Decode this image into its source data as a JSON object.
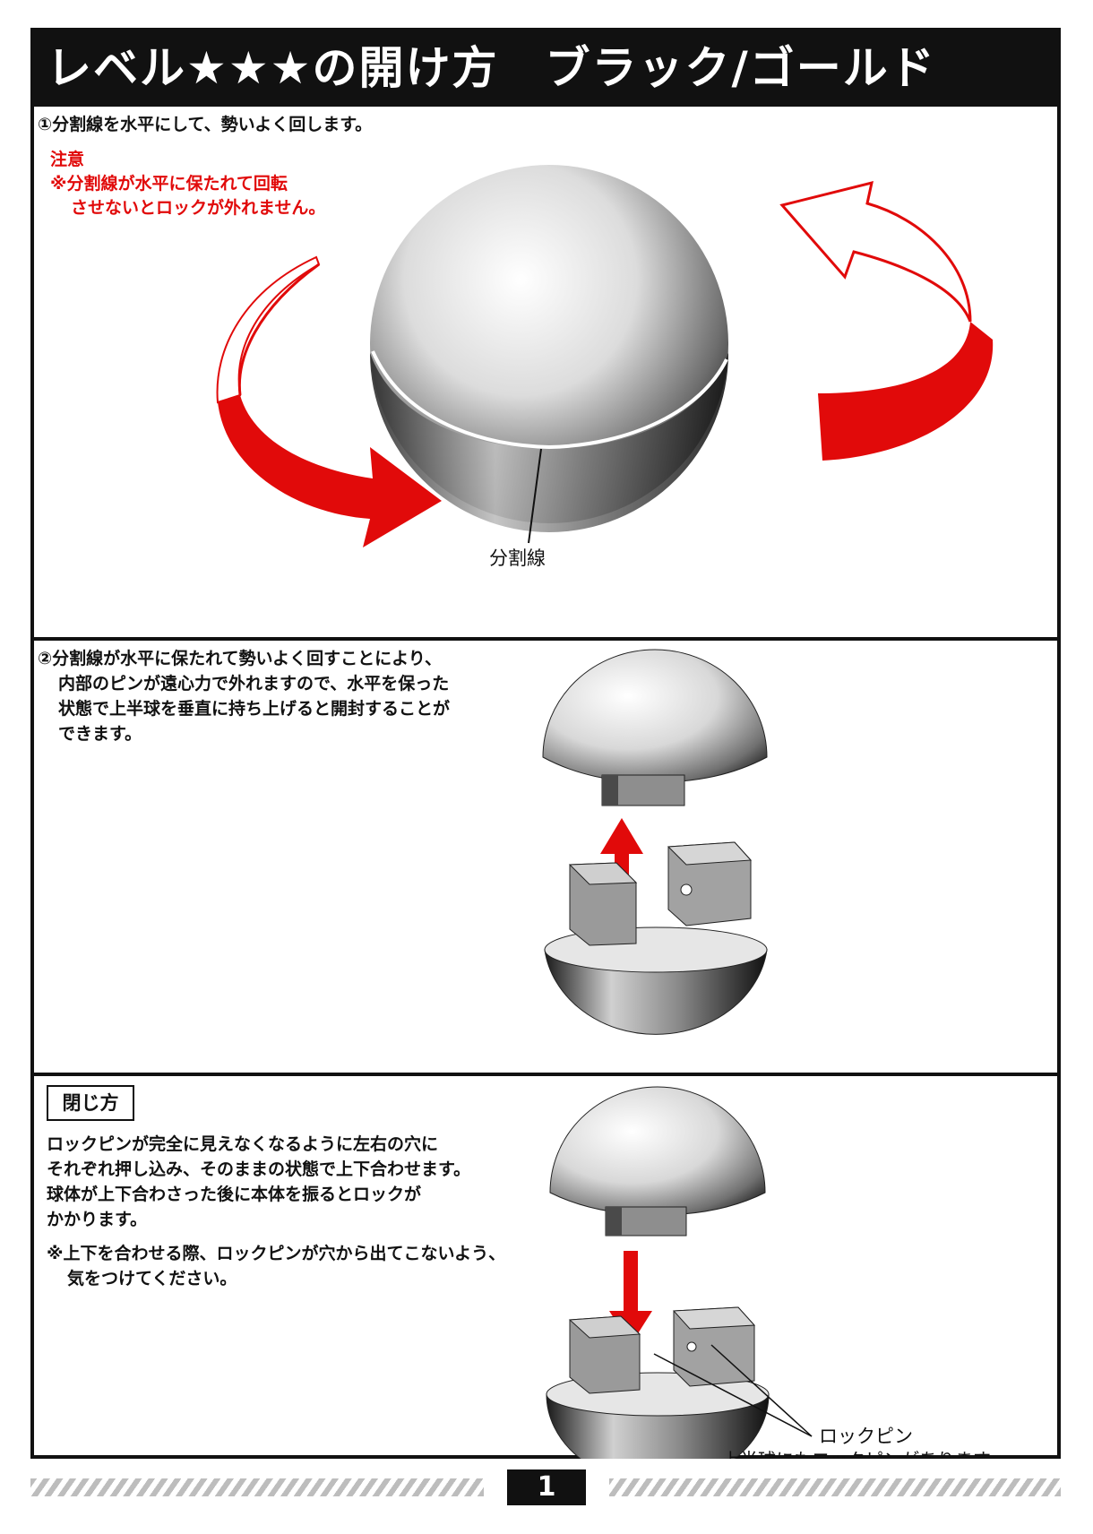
{
  "title": "レベル★★★の開け方　ブラック/ゴールド",
  "section1": {
    "instruction": "①分割線を水平にして、勢いよく回します。",
    "caution_heading": "注意",
    "caution_line1": "※分割線が水平に保たれて回転",
    "caution_line2": "させないとロックが外れません。",
    "split_line_label": "分割線"
  },
  "section2": {
    "line1": "②分割線が水平に保たれて勢いよく回すことにより、",
    "line2": "内部のピンが遠心力で外れますので、水平を保った",
    "line3": "状態で上半球を垂直に持ち上げると開封することが",
    "line4": "できます。"
  },
  "section3": {
    "tag": "閉じ方",
    "line1": "ロックピンが完全に見えなくなるように左右の穴に",
    "line2": "それぞれ押し込み、そのままの状態で上下合わせます。",
    "line3": "球体が上下合わさった後に本体を振るとロックが",
    "line4": "かかります。",
    "note1": "※上下を合わせる際、ロックピンが穴から出てこないよう、",
    "note2": "気をつけてください。",
    "pin_label": "ロックピン",
    "pin_note": "上半球にもロックピンがあります。"
  },
  "page_number": "1",
  "colors": {
    "accent_red": "#e10a0a",
    "ink": "#111111"
  }
}
